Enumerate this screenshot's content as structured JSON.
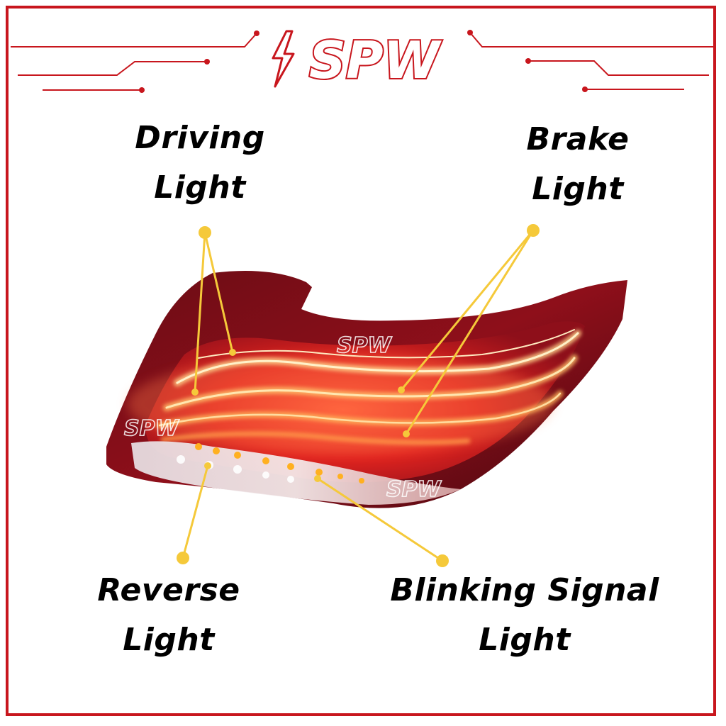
{
  "brand": {
    "logo_text": "SPW",
    "accent": "#c8161d",
    "watermark": "SPW"
  },
  "labels": {
    "driving": {
      "line1": "Driving",
      "line2": "Light"
    },
    "brake": {
      "line1": "Brake",
      "line2": "Light"
    },
    "reverse": {
      "line1": "Reverse",
      "line2": "Light"
    },
    "signal": {
      "line1": "Blinking Signal",
      "line2": "Light"
    }
  },
  "colors": {
    "callout": "#f5c93a",
    "border": "#c8161d",
    "lamp_red": "#b3121b",
    "lamp_dark": "#5a0a12"
  }
}
